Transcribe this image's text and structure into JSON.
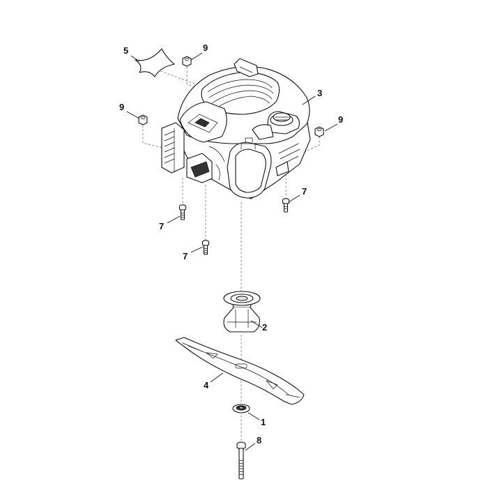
{
  "callouts": [
    {
      "id": "c5",
      "label": "5"
    },
    {
      "id": "c9a",
      "label": "9"
    },
    {
      "id": "c3",
      "label": "3"
    },
    {
      "id": "c9b",
      "label": "9"
    },
    {
      "id": "c9c",
      "label": "9"
    },
    {
      "id": "c7a",
      "label": "7"
    },
    {
      "id": "c7b",
      "label": "7"
    },
    {
      "id": "c7c",
      "label": "7"
    },
    {
      "id": "c2",
      "label": "2"
    },
    {
      "id": "c4",
      "label": "4"
    },
    {
      "id": "c1",
      "label": "1"
    },
    {
      "id": "c8",
      "label": "8"
    }
  ]
}
